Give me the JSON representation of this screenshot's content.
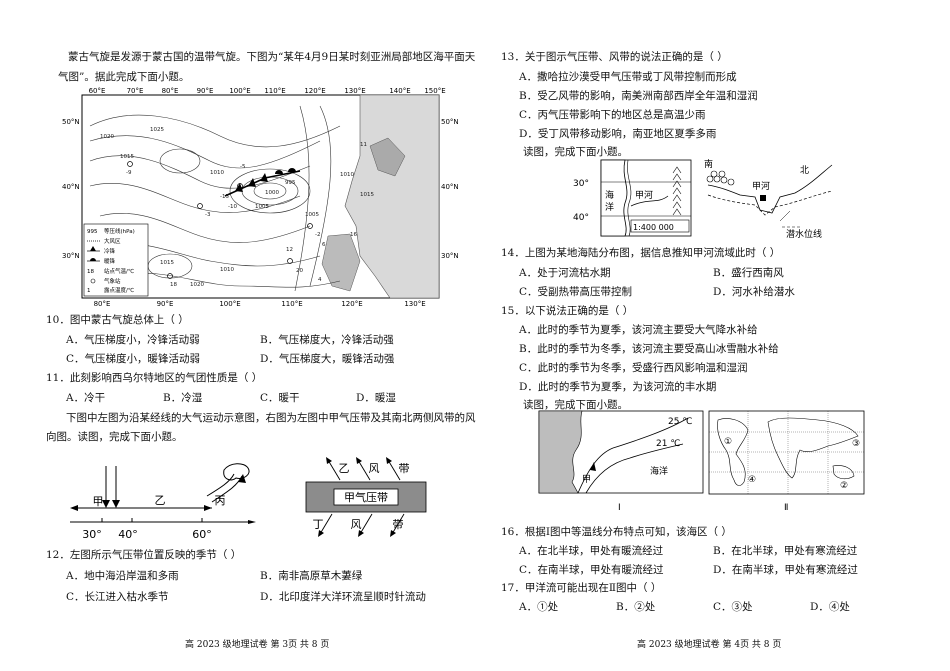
{
  "left": {
    "intro_line1": "蒙古气旋是发源于蒙古国的温带气旋。下图为“某年4月9日某时刻亚洲局部地区海平面天",
    "intro_line2": "气图”。据此完成下面小题。",
    "map": {
      "top_lon": [
        "60°E",
        "70°E",
        "80°E",
        "90°E",
        "100°E",
        "110°E",
        "120°E",
        "130°E",
        "140°E",
        "150°E"
      ],
      "bottom_lon": [
        "80°E",
        "90°E",
        "100°E",
        "110°E",
        "120°E",
        "130°E"
      ],
      "left_lat": [
        "50°N",
        "40°N",
        "30°N"
      ],
      "right_lat": [
        "50°N",
        "40°N",
        "30°N"
      ],
      "isobar_labels": [
        "1020",
        "1015",
        "1025",
        "1010",
        "1005",
        "1000",
        "995",
        "1015",
        "1010",
        "1020",
        "1015",
        "1010",
        "1005",
        "-15",
        "-10",
        "-5",
        "-9",
        "-3",
        "-2",
        "20",
        "18",
        "16",
        "4",
        "6",
        "12",
        "11"
      ],
      "legend": [
        {
          "symbol": "995",
          "label": "等压线(hPa)"
        },
        {
          "symbol": "",
          "label": "大风区"
        },
        {
          "symbol": "",
          "label": "冷锋"
        },
        {
          "symbol": "",
          "label": "暖锋"
        },
        {
          "symbol": "18",
          "label": "站点气温/℃"
        },
        {
          "symbol": "",
          "label": "气象站"
        },
        {
          "symbol": "1",
          "label": "露点温度/℃"
        }
      ]
    },
    "q10": "10．图中蒙古气旋总体上（    ）",
    "q10_opts": [
      "A．气压梯度小，冷锋活动弱",
      "B．气压梯度大，冷锋活动强",
      "C．气压梯度小，暖锋活动弱",
      "D．气压梯度大，暖锋活动强"
    ],
    "q11": "11．此刻影响西乌尔特地区的气团性质是（    ）",
    "q11_opts": [
      "A．冷干",
      "B．冷湿",
      "C．暖干",
      "D．暖湿"
    ],
    "intro2_line1": "下图中左图为沿某经线的大气运动示意图，右图为左图中甲气压带及其南北两侧风带的风",
    "intro2_line2": "向图。读图，完成下面小题。",
    "fig2": {
      "labels": [
        "甲",
        "乙",
        "丙"
      ],
      "lats": [
        "30°",
        "40°",
        "60°"
      ],
      "belt": "甲气压带",
      "wind_top": [
        "乙",
        "风",
        "带"
      ],
      "wind_bottom": [
        "丁",
        "风",
        "带"
      ]
    },
    "q12": "12．左图所示气压带位置反映的季节（    ）",
    "q12_opts": [
      "A．地中海沿岸温和多雨",
      "B．南非高原草木萋绿",
      "C．长江进入枯水季节",
      "D．北印度洋大洋环流呈顺时针流动"
    ],
    "footer": "高 2023 级地理试卷  第 3页  共 8 页"
  },
  "right": {
    "q13": "13．关于图示气压带、风带的说法正确的是（    ）",
    "q13_opts": [
      "A．撒哈拉沙漠受甲气压带或丁风带控制而形成",
      "B．受乙风带的影响，南美洲南部西岸全年温和湿润",
      "C．丙气压带影响下的地区总是高温少雨",
      "D．受丁风带移动影响，南亚地区夏季多雨"
    ],
    "intro3": "读图，完成下面小题。",
    "fig3": {
      "lat30": "30°",
      "lat40": "40°",
      "ocean": "海\n洋",
      "river": "甲河",
      "scale": "1:400 000",
      "south": "南",
      "north": "北",
      "river2": "甲河",
      "water": "潜水位线"
    },
    "q14": "14．上图为某地海陆分布图，据信息推知甲河流域此时（    ）",
    "q14_opts": [
      "A．处于河流枯水期",
      "B．盛行西南风",
      "C．受副热带高压带控制",
      "D．河水补给潜水"
    ],
    "q15": "15．以下说法正确的是（    ）",
    "q15_opts": [
      "A．此时的季节为夏季，该河流主要受大气降水补给",
      "B．此时的季节为冬季，该河流主要受高山冰雪融水补给",
      "C．此时的季节为冬季，受盛行西风影响温和湿润",
      "D．此时的季节为夏季，为该河流的丰水期"
    ],
    "intro4": "读图，完成下面小题。",
    "fig4": {
      "t25": "25 ℃",
      "t21": "21 ℃",
      "jia": "甲",
      "ocean": "海洋",
      "label1": "Ⅰ",
      "label2": "Ⅱ",
      "marks": [
        "①",
        "②",
        "③",
        "④"
      ]
    },
    "q16": "16．根据Ⅰ图中等温线分布特点可知，该海区（    ）",
    "q16_opts": [
      "A．在北半球，甲处有暖流经过",
      "B．在北半球，甲处有寒流经过",
      "C．在南半球，甲处有暖流经过",
      "D．在南半球，甲处有寒流经过"
    ],
    "q17": "17．甲洋流可能出现在Ⅱ图中（    ）",
    "q17_opts": [
      "A．①处",
      "B．②处",
      "C．③处",
      "D．④处"
    ],
    "footer": "高 2023 级地理试卷  第 4页  共 8 页"
  }
}
